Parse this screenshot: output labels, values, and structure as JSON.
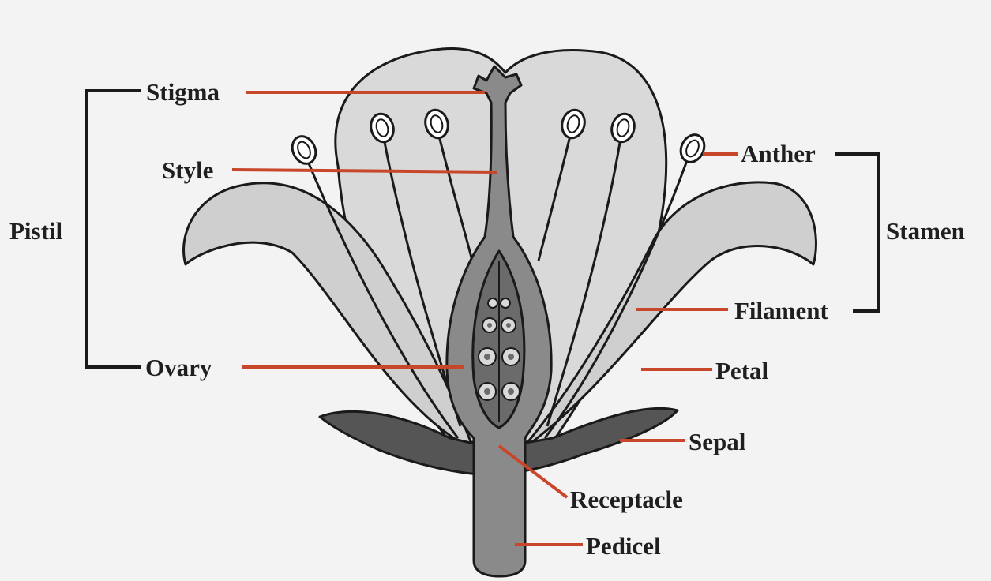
{
  "colors": {
    "background": "#f4f3f3",
    "back_petal": "#d9d9d9",
    "side_petal": "#cfcfcf",
    "sepal": "#555555",
    "pistil": "#8a8a8a",
    "ovary_chamber": "#6b6b6b",
    "leader_line": "#c8472b",
    "outline": "#1a1a1a"
  },
  "labels": {
    "stigma": "Stigma",
    "style": "Style",
    "ovary": "Ovary",
    "pistil": "Pistil",
    "anther": "Anther",
    "stamen": "Stamen",
    "filament": "Filament",
    "petal": "Petal",
    "sepal": "Sepal",
    "receptacle": "Receptacle",
    "pedicel": "Pedicel"
  }
}
